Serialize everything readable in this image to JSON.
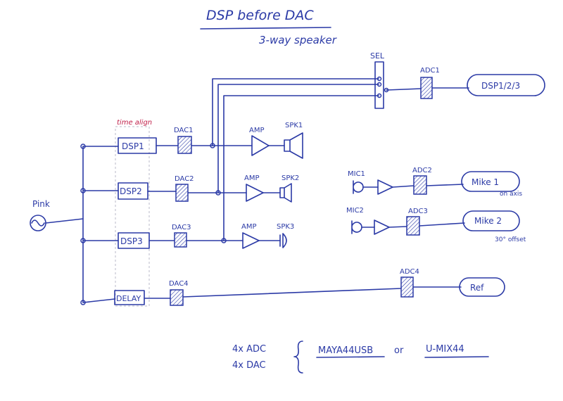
{
  "title": "DSP before DAC",
  "subtitle": "3-way speaker",
  "source": "Pink",
  "time_align_label": "time align",
  "blocks": {
    "dsp1": "DSP1",
    "dsp2": "DSP2",
    "dsp3": "DSP3",
    "delay": "DELAY"
  },
  "dacs": [
    "DAC1",
    "DAC2",
    "DAC3",
    "DAC4"
  ],
  "amps": [
    "AMP",
    "AMP",
    "AMP"
  ],
  "speakers": [
    "SPK1",
    "SPK2",
    "SPK3"
  ],
  "selector": "SEL",
  "adcs": [
    "ADC1",
    "ADC2",
    "ADC3",
    "ADC4"
  ],
  "mics": [
    "MIC1",
    "MIC2"
  ],
  "outputs": {
    "dsp": "DSP1/2/3",
    "mike1": "Mike 1",
    "mike1_note": "on axis",
    "mike2": "Mike 2",
    "mike2_note": "30° offset",
    "ref": "Ref"
  },
  "footer": {
    "adc_count": "4x ADC",
    "dac_count": "4x DAC",
    "option1": "MAYA44USB",
    "connector": "or",
    "option2": "U-MIX44"
  },
  "colors": {
    "ink": "#2b3aa6",
    "accent": "#c0204a"
  }
}
